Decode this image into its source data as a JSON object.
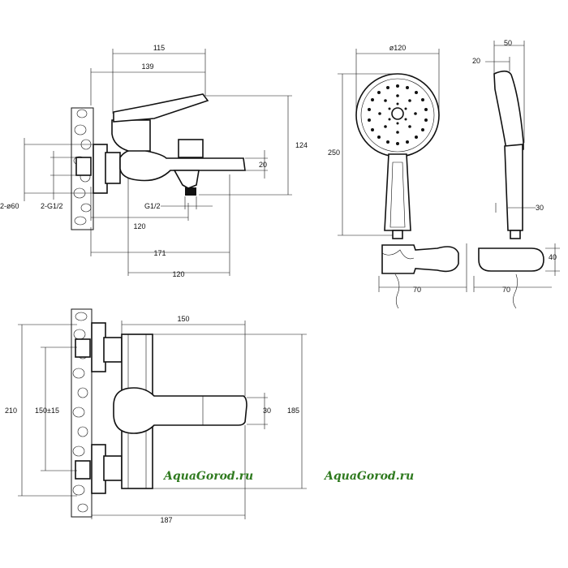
{
  "dimensions": {
    "side_view": {
      "outlet_reach": "115",
      "total_length": "139",
      "height": "124",
      "outlet_height": "20",
      "connection_thread": "G1/2",
      "flange_diameter": "2-ø60",
      "inlet_thread": "2-G1/2",
      "inlet_to_outlet": "120",
      "wall_to_end": "171",
      "diverter_to_end": "120"
    },
    "hand_shower": {
      "head_diameter": "ø120",
      "length": "250",
      "side_tip": "20",
      "side_width": "50",
      "handle_width": "30"
    },
    "holder": {
      "front_width": "70",
      "side_width": "70",
      "height": "40"
    },
    "front_view": {
      "width": "150",
      "total_height": "210",
      "center_distance": "150±15",
      "body_height": "185",
      "lever_height": "30",
      "total_depth": "187"
    }
  },
  "watermarks": [
    "AquaGorod.ru",
    "AquaGorod.ru"
  ],
  "colors": {
    "line": "#111111",
    "watermark": "#2f7a1f",
    "background": "#ffffff"
  }
}
